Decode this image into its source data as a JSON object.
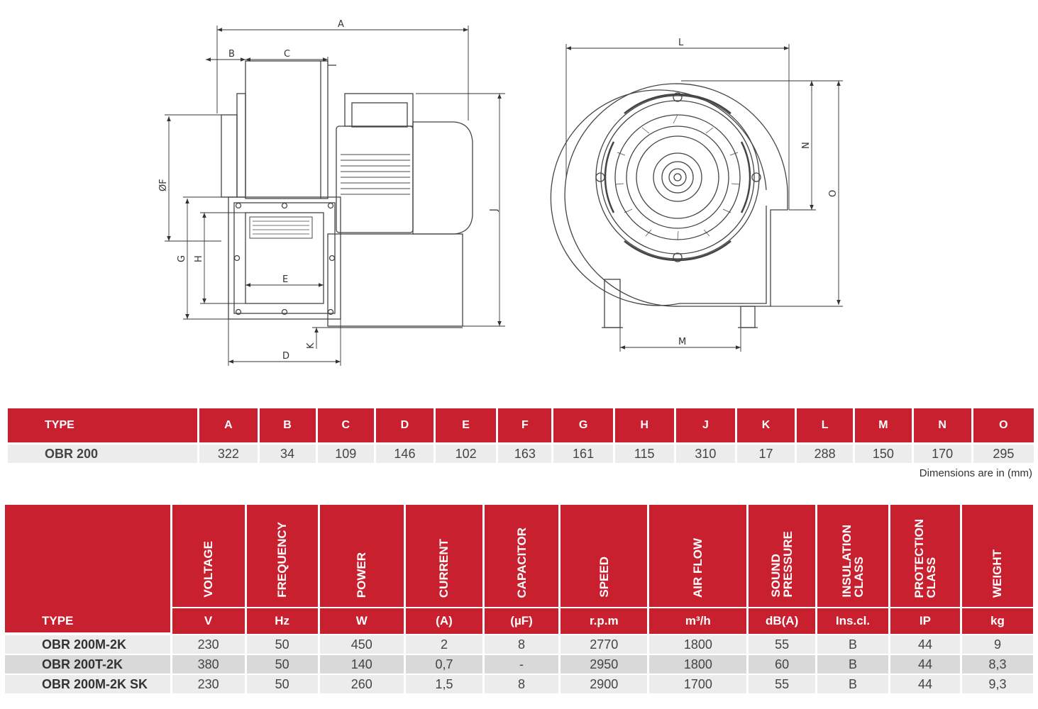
{
  "drawing": {
    "side_view_labels": [
      "A",
      "B",
      "C",
      "ØF",
      "J",
      "G",
      "H",
      "E",
      "D",
      "K"
    ],
    "front_view_labels": [
      "L",
      "N",
      "O",
      "M"
    ]
  },
  "dimensions": {
    "headers": [
      "TYPE",
      "A",
      "B",
      "C",
      "D",
      "E",
      "F",
      "G",
      "H",
      "J",
      "K",
      "L",
      "M",
      "N",
      "O"
    ],
    "rows": [
      [
        "OBR 200",
        "322",
        "34",
        "109",
        "146",
        "102",
        "163",
        "161",
        "115",
        "310",
        "17",
        "288",
        "150",
        "170",
        "295"
      ]
    ],
    "note": "Dimensions are in (mm)"
  },
  "electrical": {
    "type_label": "TYPE",
    "columns": [
      {
        "label": "VOLTAGE",
        "unit": "V"
      },
      {
        "label": "FREQUENCY",
        "unit": "Hz"
      },
      {
        "label": "POWER",
        "unit": "W"
      },
      {
        "label": "CURRENT",
        "unit": "(A)"
      },
      {
        "label": "CAPACITOR",
        "unit": "(µF)"
      },
      {
        "label": "SPEED",
        "unit": "r.p.m"
      },
      {
        "label": "AIR FLOW",
        "unit": "m³/h"
      },
      {
        "label": "SOUND\nPRESSURE",
        "unit": "dB(A)"
      },
      {
        "label": "INSULATION\nCLASS",
        "unit": "Ins.cl."
      },
      {
        "label": "PROTECTION\nCLASS",
        "unit": "IP"
      },
      {
        "label": "WEIGHT",
        "unit": "kg"
      }
    ],
    "rows": [
      [
        "OBR 200M-2K",
        "230",
        "50",
        "450",
        "2",
        "8",
        "2770",
        "1800",
        "55",
        "B",
        "44",
        "9"
      ],
      [
        "OBR 200T-2K",
        "380",
        "50",
        "140",
        "0,7",
        "-",
        "2950",
        "1800",
        "60",
        "B",
        "44",
        "8,3"
      ],
      [
        "OBR 200M-2K SK",
        "230",
        "50",
        "260",
        "1,5",
        "8",
        "2900",
        "1700",
        "55",
        "B",
        "44",
        "9,3"
      ]
    ]
  },
  "colors": {
    "header_red": "#c8202f",
    "row_grey": "#ececec",
    "row_grey_alt": "#d9d9d9"
  }
}
